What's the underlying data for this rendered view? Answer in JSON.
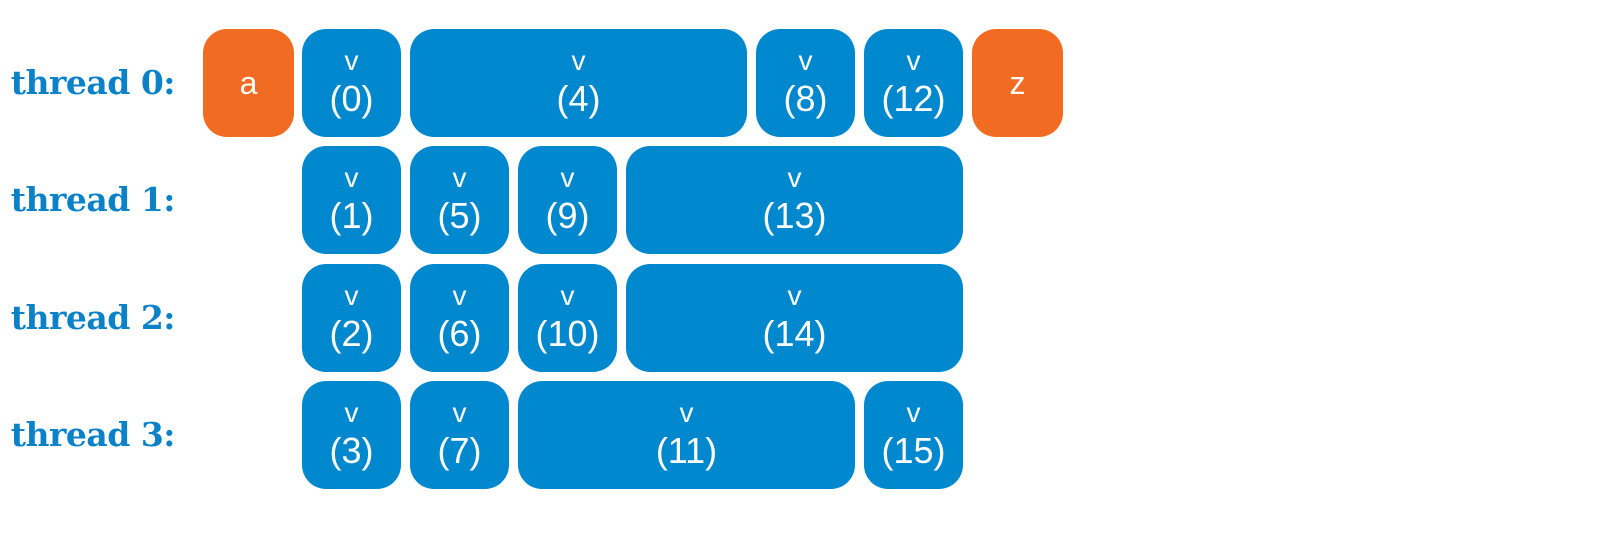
{
  "colors": {
    "label": "#0b82c8",
    "value_block": "#0088cf",
    "event_block": "#f26b22",
    "text_on_block": "#ffffff"
  },
  "threads": [
    {
      "label": "thread 0:",
      "blocks": [
        {
          "kind": "event",
          "text": "a"
        },
        {
          "kind": "value",
          "top": "v",
          "bottom": "(0)"
        },
        {
          "kind": "value",
          "top": "v",
          "bottom": "(4)"
        },
        {
          "kind": "value",
          "top": "v",
          "bottom": "(8)"
        },
        {
          "kind": "value",
          "top": "v",
          "bottom": "(12)"
        },
        {
          "kind": "event",
          "text": "z"
        }
      ]
    },
    {
      "label": "thread 1:",
      "blocks": [
        {
          "kind": "value",
          "top": "v",
          "bottom": "(1)"
        },
        {
          "kind": "value",
          "top": "v",
          "bottom": "(5)"
        },
        {
          "kind": "value",
          "top": "v",
          "bottom": "(9)"
        },
        {
          "kind": "value",
          "top": "v",
          "bottom": "(13)"
        }
      ]
    },
    {
      "label": "thread 2:",
      "blocks": [
        {
          "kind": "value",
          "top": "v",
          "bottom": "(2)"
        },
        {
          "kind": "value",
          "top": "v",
          "bottom": "(6)"
        },
        {
          "kind": "value",
          "top": "v",
          "bottom": "(10)"
        },
        {
          "kind": "value",
          "top": "v",
          "bottom": "(14)"
        }
      ]
    },
    {
      "label": "thread 3:",
      "blocks": [
        {
          "kind": "value",
          "top": "v",
          "bottom": "(3)"
        },
        {
          "kind": "value",
          "top": "v",
          "bottom": "(7)"
        },
        {
          "kind": "value",
          "top": "v",
          "bottom": "(11)"
        },
        {
          "kind": "value",
          "top": "v",
          "bottom": "(15)"
        }
      ]
    }
  ]
}
